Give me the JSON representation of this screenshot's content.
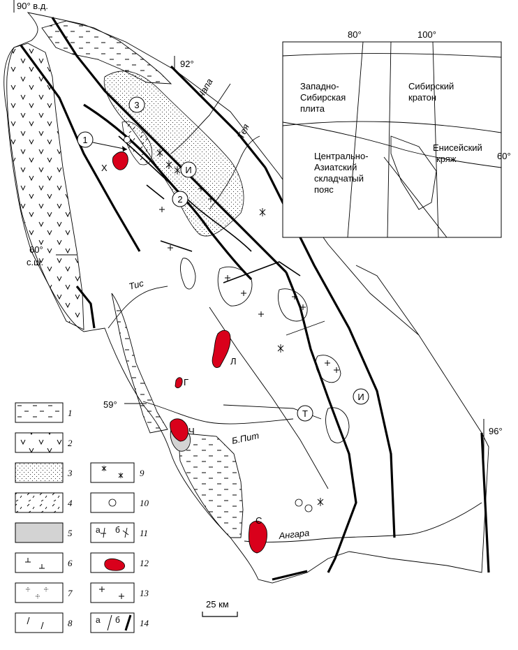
{
  "map": {
    "coord_labels": {
      "lon_90": "90° в.д.",
      "lon_92": "92°",
      "lon_96": "96°",
      "lat_60": "60°",
      "lat_60_suffix": "с.ш.",
      "lat_59": "59°"
    },
    "rivers": {
      "chapa": "Чапа",
      "teya": "Тея",
      "tis": "Тис",
      "b_pit": "Б.Пит",
      "angara": "Ангара"
    },
    "massifs": {
      "kh": "Х",
      "l": "Л",
      "g": "Г",
      "ch": "Ч",
      "s": "С"
    },
    "fault_circles": {
      "i_north": "И",
      "i_south": "И",
      "t": "Т"
    },
    "numbered_points": [
      "1",
      "2",
      "3"
    ],
    "scale_label": "25 км",
    "colors": {
      "granite_red": "#d9001b",
      "gray_fill": "#d3d3d3"
    }
  },
  "inset": {
    "lon_80": "80°",
    "lon_100": "100°",
    "lat_60": "60°",
    "west_siberian": [
      "Западно-",
      "Сибирская",
      "плита"
    ],
    "siberian_craton": [
      "Сибирский",
      "кратон"
    ],
    "central_asian": [
      "Центрально-",
      "Азиатский",
      "складчатый",
      "пояс"
    ],
    "yenisei": [
      "Енисейский",
      "кряж"
    ]
  },
  "legend": {
    "items": [
      "1",
      "2",
      "3",
      "4",
      "5",
      "6",
      "7",
      "8",
      "9",
      "10",
      "11",
      "12",
      "13",
      "14"
    ],
    "sub_a": "а",
    "sub_b": "б"
  }
}
